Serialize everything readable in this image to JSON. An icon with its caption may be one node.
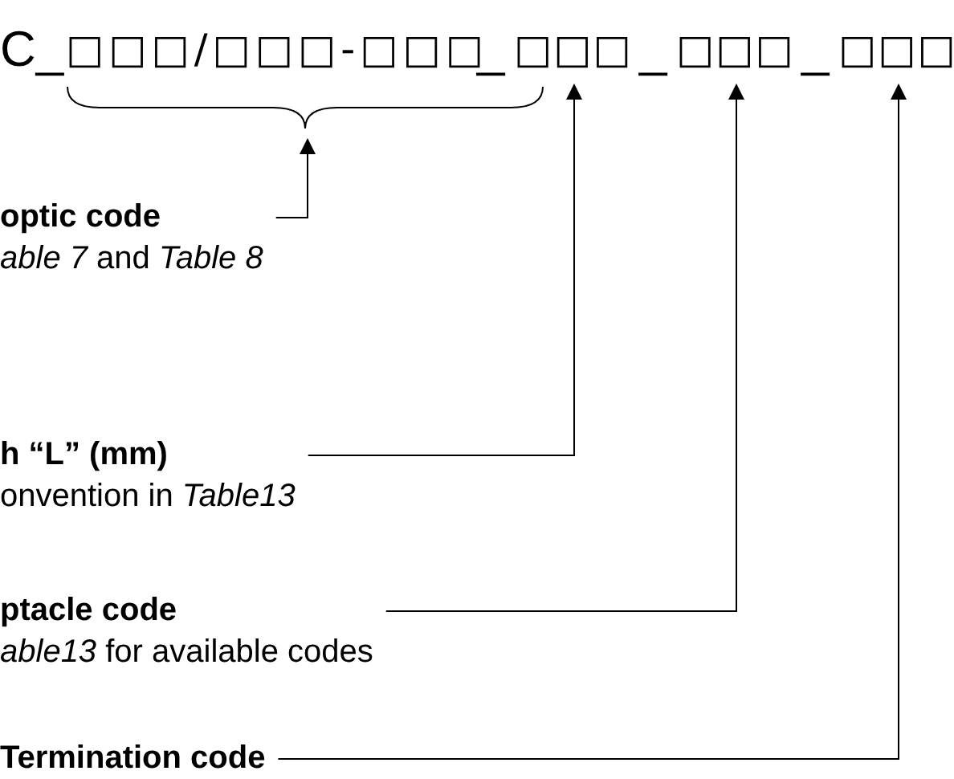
{
  "diagram": {
    "nodes": [
      {
        "text": [
          "□□□/□□□-□□□"
        ]
      },
      {
        "text": [
          "□□□"
        ]
      },
      {
        "text": [
          "□□□"
        ]
      },
      {
        "text": [
          "□□□"
        ]
      },
      {
        "text": [
          "optic code",
          "*able 7* and *Table 8*"
        ]
      },
      {
        "text": [
          "h “L” (mm)",
          "onvention in *Table13*"
        ]
      },
      {
        "text": [
          "ptacle code",
          "*able13* for available codes"
        ]
      },
      {
        "text": [
          "Termination code"
        ]
      }
    ],
    "edges": [
      {
        "from": 4,
        "to": 0,
        "arrow": "to"
      },
      {
        "from": 5,
        "to": 1,
        "arrow": "to"
      },
      {
        "from": 6,
        "to": 2,
        "arrow": "to"
      },
      {
        "from": 7,
        "to": 3,
        "arrow": "to"
      }
    ],
    "labels": [
      "C_",
      "_",
      "_",
      "_"
    ]
  }
}
